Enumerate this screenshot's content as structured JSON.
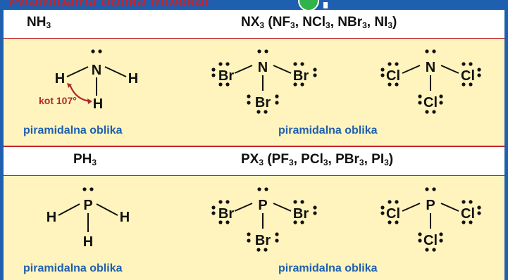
{
  "title": "Piramidalna oblika molekul",
  "rows": [
    {
      "left_head": [
        "NH",
        "3",
        ""
      ],
      "right_head": [
        "NX",
        "3",
        " (NF",
        "3",
        ", NCl",
        "3",
        ", NBr",
        "3",
        ", NI",
        "3",
        ")"
      ],
      "center_atom": "N",
      "h_atom": "H",
      "angle_label": "kot 107°",
      "halogen_1": "Br",
      "halogen_2": "Cl",
      "caption_left": "piramidalna oblika",
      "caption_right": "piramidalna oblika"
    },
    {
      "left_head": [
        "PH",
        "3",
        ""
      ],
      "right_head": [
        "PX",
        "3",
        " (PF",
        "3",
        ", PCl",
        "3",
        ", PBr",
        "3",
        ", PI",
        "3",
        ")"
      ],
      "center_atom": "P",
      "h_atom": "H",
      "halogen_1": "Br",
      "halogen_2": "Cl",
      "caption_left": "piramidalna oblika",
      "caption_right": "piramidalna oblika"
    }
  ],
  "colors": {
    "accent_red": "#c0272d",
    "caption_blue": "#1f5fb0",
    "cream": "#fff4bd",
    "green_dot": "#2fb34a"
  },
  "icons": {
    "top_dot": "green-circle-icon"
  }
}
